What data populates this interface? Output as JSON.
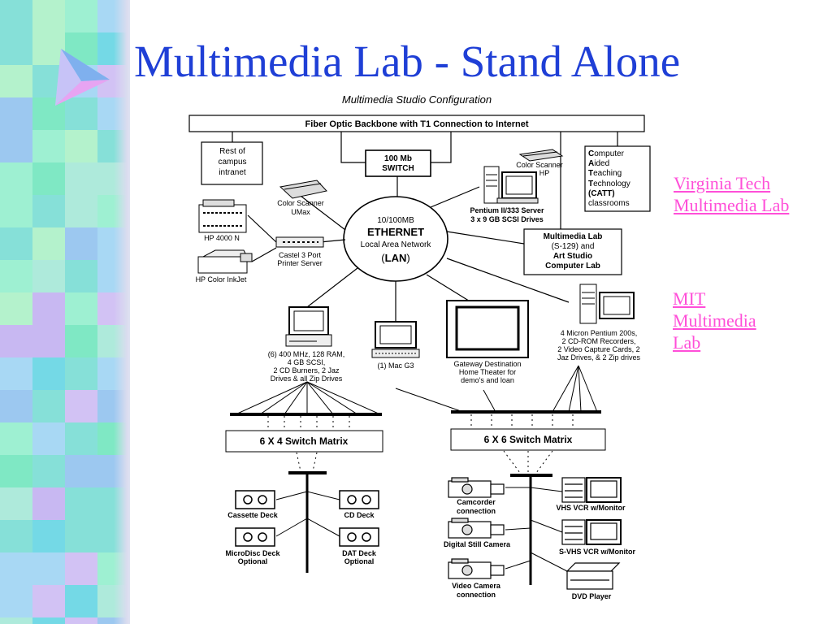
{
  "slide": {
    "title": "Multimedia Lab - Stand Alone",
    "accent_color": "#1f3fd6",
    "link_color": "#ff4fd8"
  },
  "links": [
    {
      "lines": [
        "Virginia Tech",
        "Multimedia Lab"
      ]
    },
    {
      "lines": [
        "MIT",
        "Multimedia",
        "Lab"
      ]
    }
  ],
  "diagram": {
    "heading": "Multimedia Studio Configuration",
    "backbone": "Fiber Optic Backbone with T1 Connection to Internet",
    "rest_of_campus": [
      "Rest of",
      "campus",
      "intranet"
    ],
    "switch": [
      "100 Mb",
      "SWITCH"
    ],
    "catt": [
      "Computer",
      "Aided",
      "Teaching",
      "Technology",
      "(CATT)",
      "classrooms"
    ],
    "catt_initials": [
      "C",
      "A",
      "T",
      "T"
    ],
    "catt_rest": [
      "omputer",
      "ided",
      "eaching",
      "echnology"
    ],
    "ethernet": {
      "speed": "10/100MB",
      "name": "ETHERNET",
      "sub": "Local Area Network",
      "abbr_open": "(",
      "abbr": "LAN",
      "abbr_close": ")"
    },
    "color_scanner_umax": [
      "Color Scanner",
      "UMax"
    ],
    "hp4000": "HP 4000 N",
    "castel": [
      "Castel 3 Port",
      "Printer Server"
    ],
    "hp_color_inkjet": "HP Color InkJet",
    "color_scanner_hp": [
      "Color Scanner",
      "HP"
    ],
    "pentium_server": [
      "Pentium II/333 Server",
      "3 x 9 GB SCSI Drives"
    ],
    "multimedia_lab": [
      "Multimedia Lab",
      "(S-129) and",
      "Art Studio",
      "Computer Lab"
    ],
    "pcs_400": [
      "(6) 400 MHz, 128 RAM,",
      "4 GB SCSI,",
      "2 CD Burners, 2  Jaz",
      "Drives & all Zip Drives"
    ],
    "mac_g3": "(1) Mac G3",
    "gateway": [
      "Gateway Destination",
      "Home Theater for",
      "demo's and loan"
    ],
    "micron": [
      "4 Micron Pentium 200s,",
      "2 CD-ROM Recorders,",
      "2 Video Capture Cards, 2",
      "Jaz Drives, & 2 Zip drives"
    ],
    "matrix_left": "6 X 4  Switch Matrix",
    "matrix_right": "6 X 6  Switch Matrix",
    "cassette_deck": "Cassette Deck",
    "cd_deck": "CD Deck",
    "microdisc_deck": [
      "MicroDisc Deck",
      "Optional"
    ],
    "dat_deck": [
      "DAT Deck",
      "Optional"
    ],
    "camcorder": [
      "Camcorder",
      "connection"
    ],
    "digital_still_camera": "Digital Still Camera",
    "video_camera": [
      "Video Camera",
      "connection"
    ],
    "vhs_vcr": "VHS VCR w/Monitor",
    "svhs_vcr": "S-VHS VCR w/Monitor",
    "dvd_player": "DVD Player"
  }
}
